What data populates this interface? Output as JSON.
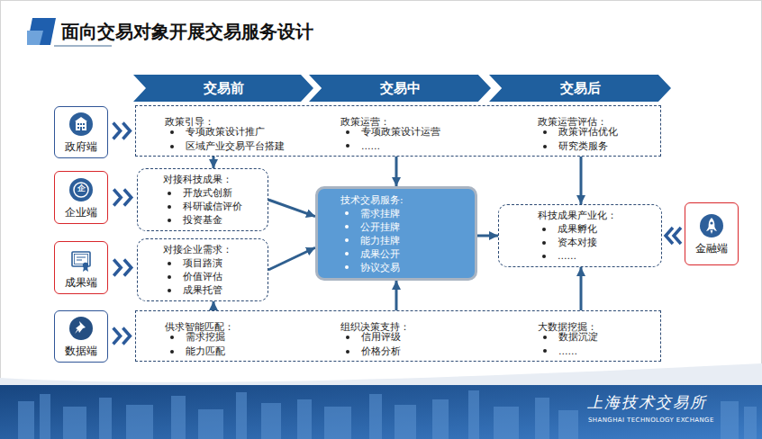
{
  "diagram": {
    "title": "面向交易对象开展交易服务设计",
    "nodes": [
      {
        "text": [
          "交易前"
        ]
      },
      {
        "text": [
          "交易中"
        ]
      },
      {
        "text": [
          "交易后"
        ]
      },
      {
        "text": [
          "政府端"
        ]
      },
      {
        "text": [
          "政策引导：",
          "专项政策设计推广",
          "区域产业交易平台搭建",
          "政策运营：",
          "专项政策设计运营",
          "……",
          "政策运营评估：",
          "政策评估优化",
          "研究类服务"
        ]
      },
      {
        "text": [
          "企业端"
        ]
      },
      {
        "text": [
          "对接科技成果：",
          "开放式创新",
          "科研诚信评价",
          "投资基金"
        ]
      },
      {
        "text": [
          "技术交易服务:",
          "需求挂牌",
          "公开挂牌",
          "能力挂牌",
          "成果公开",
          "协议交易"
        ]
      },
      {
        "text": [
          "科技成果产业化：",
          "成果孵化",
          "资本对接",
          "……"
        ]
      },
      {
        "text": [
          "金融端"
        ]
      },
      {
        "text": [
          "成果端"
        ]
      },
      {
        "text": [
          "对接企业需求：",
          "项目路演",
          "价值评估",
          "成果托管"
        ]
      },
      {
        "text": [
          "数据端"
        ]
      },
      {
        "text": [
          "供求智能匹配：",
          "需求挖掘",
          "能力匹配",
          "组织决策支持：",
          "信用评级",
          "价格分析",
          "大数据挖掘：",
          "数据沉淀",
          "……"
        ]
      }
    ],
    "edges": [
      {
        "from": 3,
        "to": 4,
        "arrow": "to"
      },
      {
        "from": 5,
        "to": 6,
        "arrow": "to"
      },
      {
        "from": 10,
        "to": 11,
        "arrow": "to"
      },
      {
        "from": 12,
        "to": 13,
        "arrow": "to"
      },
      {
        "from": 9,
        "to": 8,
        "arrow": "to"
      },
      {
        "from": 4,
        "to": 6,
        "arrow": "to"
      },
      {
        "from": 4,
        "to": 7,
        "arrow": "to"
      },
      {
        "from": 4,
        "to": 8,
        "arrow": "to"
      },
      {
        "from": 6,
        "to": 7,
        "arrow": "to"
      },
      {
        "from": 11,
        "to": 7,
        "arrow": "to"
      },
      {
        "from": 7,
        "to": 8,
        "arrow": "to"
      },
      {
        "from": 13,
        "to": 11,
        "arrow": "to"
      },
      {
        "from": 13,
        "to": 7,
        "arrow": "to"
      },
      {
        "from": 13,
        "to": 8,
        "arrow": "to"
      }
    ],
    "labels": [
      "企",
      "上海技术交易所",
      "SHANGHAI TECHNOLOGY EXCHANGE"
    ]
  }
}
